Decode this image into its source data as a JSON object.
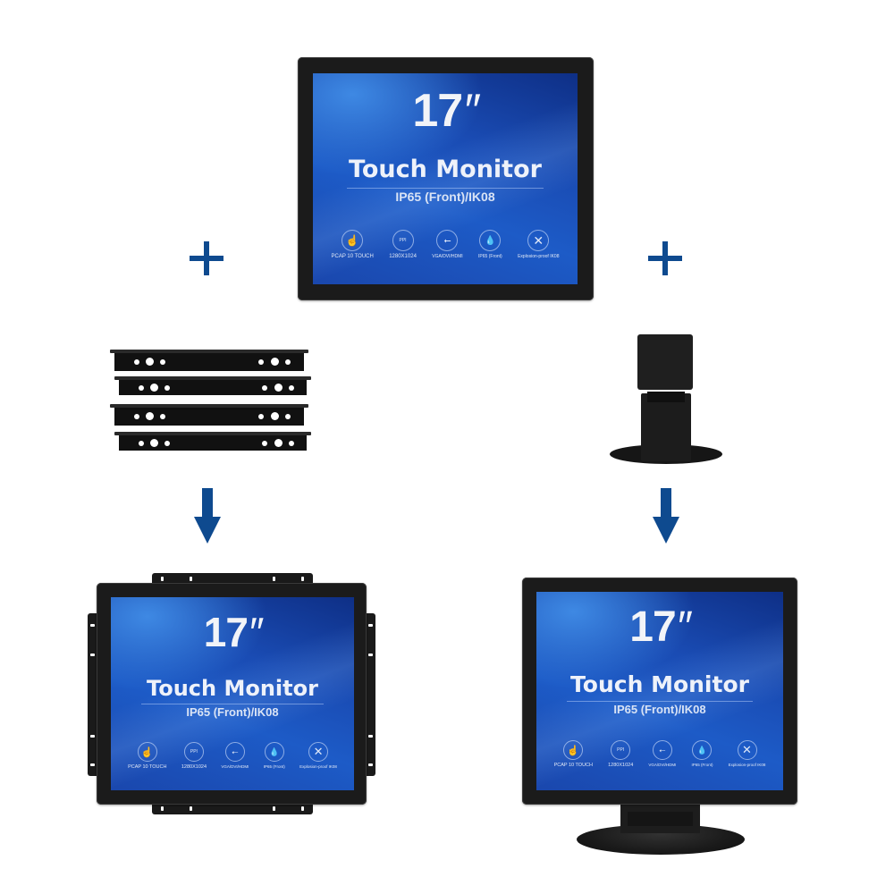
{
  "colors": {
    "accent_blue": "#0e4a8f",
    "bezel": "#1b1b1b",
    "screen_blue": "#1d5bc7",
    "background": "#ffffff"
  },
  "monitor_screen": {
    "size_number": "17",
    "size_unit": "″",
    "title": "Touch Monitor",
    "subtitle": "IP65 (Front)/IK08",
    "features": [
      {
        "icon": "touch-hand-icon",
        "label": "PCAP 10 TOUCH"
      },
      {
        "icon": "ppi-display-icon",
        "label": "1280X1024",
        "icon_text": "PPI"
      },
      {
        "icon": "usb-icon",
        "label": "VGA/DVI/HDMI"
      },
      {
        "icon": "water-drops-icon",
        "label": "IP65 (Front)"
      },
      {
        "icon": "explosion-proof-icon",
        "label": "Explosion-proof  IK08"
      }
    ]
  },
  "products": {
    "top": {
      "name": "17 inch touch monitor (frameless core)"
    },
    "left_accessory": {
      "name": "mounting brackets",
      "count": 4
    },
    "right_accessory": {
      "name": "desktop stand"
    },
    "bottom_left": {
      "name": "open frame monitor with brackets"
    },
    "bottom_right": {
      "name": "monitor on desktop stand"
    }
  },
  "symbols": {
    "plus": "+",
    "arrow": "↓"
  }
}
